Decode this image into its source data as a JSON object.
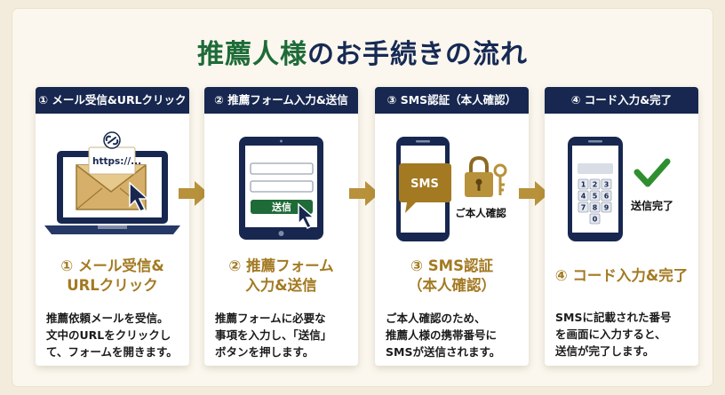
{
  "title": {
    "accent": "推薦人様",
    "rest": "のお手続きの流れ"
  },
  "steps": [
    {
      "header": "① メール受信&URLクリック",
      "title_line1": "① メール受信&",
      "title_line2": "URLクリック",
      "url_text": "https://...",
      "desc": [
        "推薦依頼メールを受信。",
        "文中のURLをクリックし",
        "て、フォームを開きます。"
      ]
    },
    {
      "header": "② 推薦フォーム入力&送信",
      "title_line1": "② 推薦フォーム",
      "title_line2": "入力&送信",
      "send_button": "送信",
      "desc": [
        "推薦フォームに必要な",
        "事項を入力し、「送信」",
        "ボタンを押します。"
      ]
    },
    {
      "header": "③ SMS認証（本人確認）",
      "title_line1": "③ SMS認証",
      "title_line2": "（本人確認）",
      "sms_label": "SMS",
      "verify_label": "ご本人確認",
      "desc": [
        "ご本人確認のため、",
        "推薦人様の携帯番号に",
        "SMSが送信されます。"
      ]
    },
    {
      "header": "④ コード入力&完了",
      "title_line1": "④ コード入力&完了",
      "title_line2": "",
      "keypad": [
        "1",
        "2",
        "3",
        "4",
        "5",
        "6",
        "7",
        "8",
        "9",
        "0"
      ],
      "complete_label": "送信完了",
      "desc": [
        "SMSに記載された番号",
        "を画面に入力すると、",
        "送信が完了します。"
      ]
    }
  ],
  "colors": {
    "navy": "#17274f",
    "gold": "#a37a22",
    "green": "#1e6b38",
    "check": "#2f8f2f"
  }
}
